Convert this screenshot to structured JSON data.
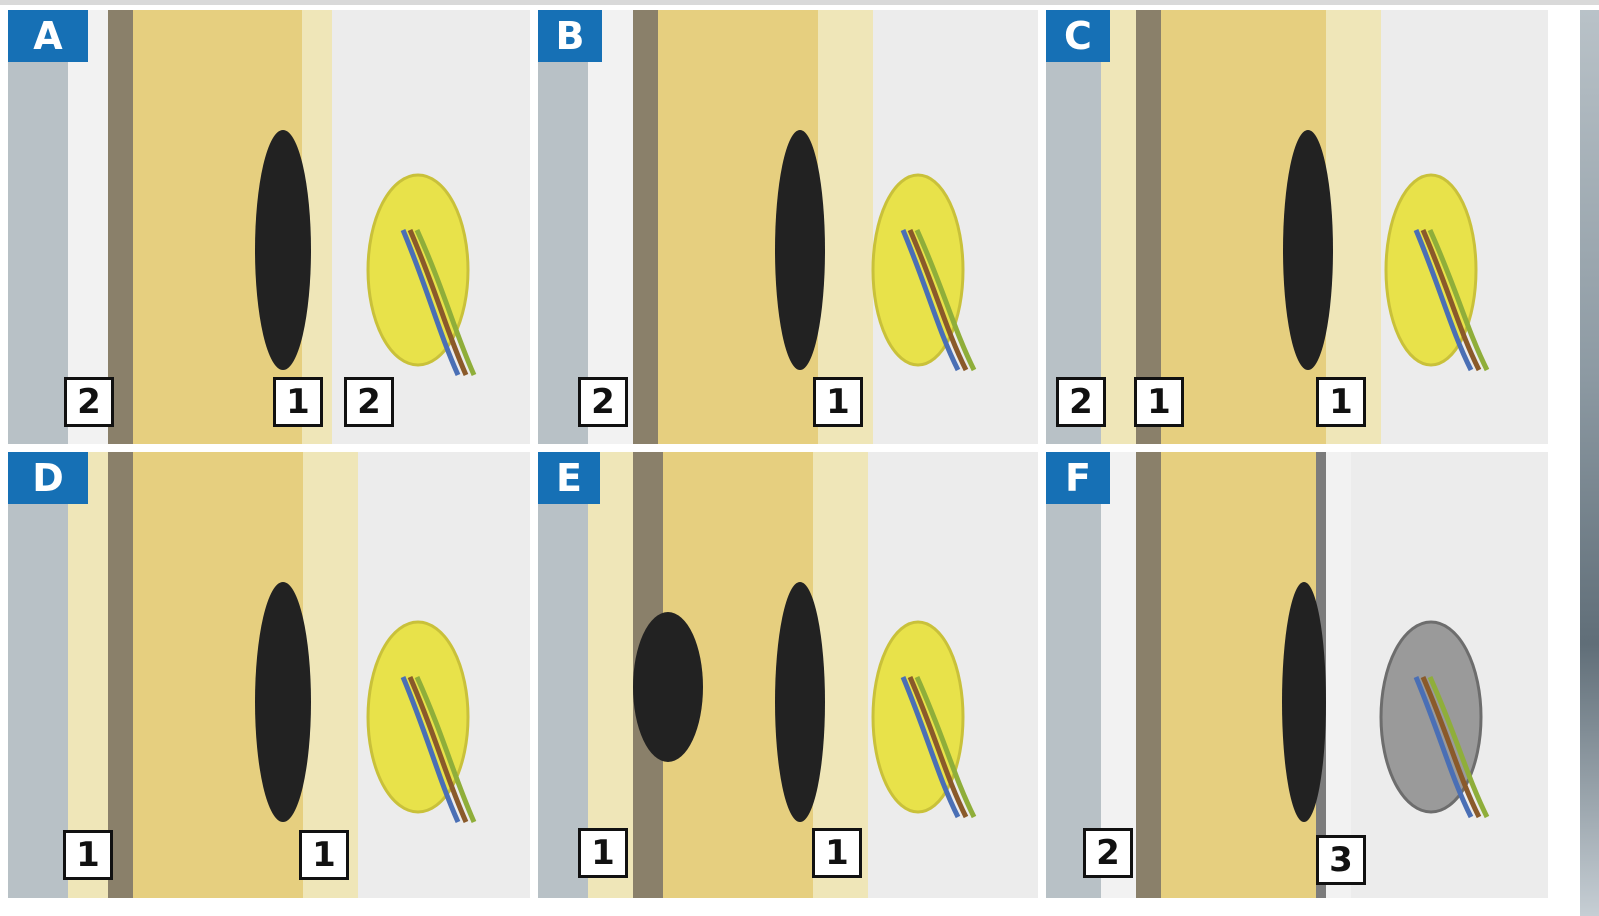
{
  "panels": [
    {
      "label": "A",
      "badges": [
        "2",
        "1",
        "2"
      ]
    },
    {
      "label": "B",
      "badges": [
        "2",
        "1"
      ]
    },
    {
      "label": "C",
      "badges": [
        "2",
        "1",
        "1"
      ]
    },
    {
      "label": "D",
      "badges": [
        "1",
        "1"
      ]
    },
    {
      "label": "E",
      "badges": [
        "1",
        "1"
      ]
    },
    {
      "label": "F",
      "badges": [
        "2",
        "3"
      ]
    }
  ],
  "colors": {
    "label_blue": "#1670b5",
    "insulation": "#e6cf7f",
    "board": "#efe6b8",
    "wall": "#ececec",
    "box_yellow": "#e8e24a",
    "box_grey": "#8f8f8f"
  }
}
